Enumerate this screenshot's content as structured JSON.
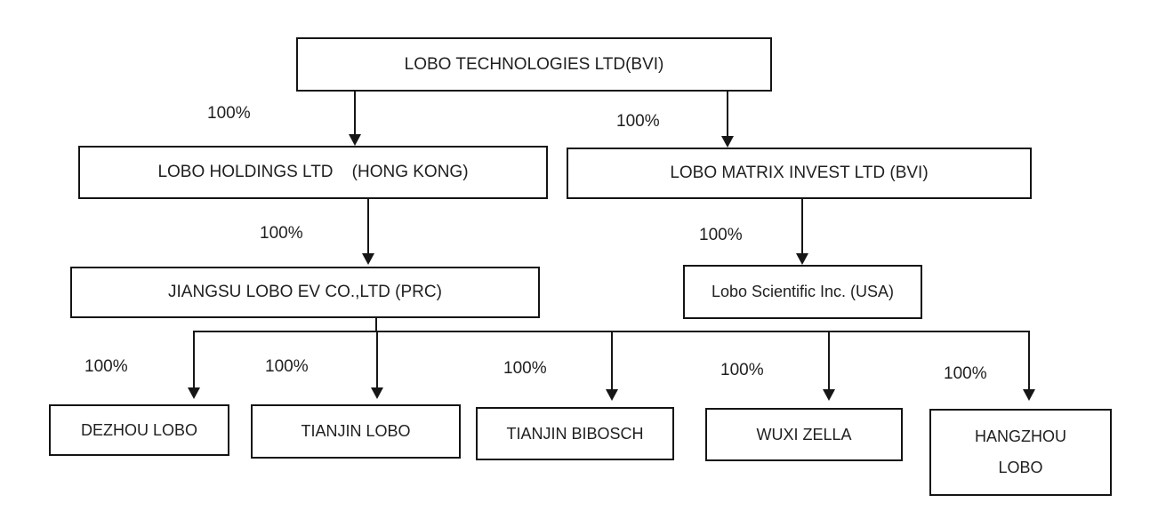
{
  "diagram": {
    "type": "corporate-ownership-structure",
    "nodes": [
      {
        "name": "lobo-technologies",
        "label": "LOBO TECHNOLOGIES LTD(BVI)"
      },
      {
        "name": "lobo-holdings",
        "label": "LOBO HOLDINGS LTD    (HONG KONG)"
      },
      {
        "name": "lobo-matrix-invest",
        "label": "LOBO MATRIX INVEST LTD (BVI)"
      },
      {
        "name": "jiangsu-lobo-ev",
        "label": "JIANGSU LOBO EV CO.,LTD (PRC)"
      },
      {
        "name": "lobo-scientific",
        "label": "Lobo Scientific Inc. (USA)"
      },
      {
        "name": "dezhou-lobo",
        "label": "DEZHOU LOBO"
      },
      {
        "name": "tianjin-lobo",
        "label": "TIANJIN LOBO"
      },
      {
        "name": "tianjin-bibosch",
        "label": "TIANJIN BIBOSCH"
      },
      {
        "name": "wuxi-zella",
        "label": "WUXI ZELLA"
      },
      {
        "name": "hangzhou-lobo",
        "label": "HANGZHOU LOBO"
      }
    ],
    "edges": [
      {
        "from": "lobo-technologies",
        "to": "lobo-holdings",
        "ownership": "100%"
      },
      {
        "from": "lobo-technologies",
        "to": "lobo-matrix-invest",
        "ownership": "100%"
      },
      {
        "from": "lobo-holdings",
        "to": "jiangsu-lobo-ev",
        "ownership": "100%"
      },
      {
        "from": "lobo-matrix-invest",
        "to": "lobo-scientific",
        "ownership": "100%"
      },
      {
        "from": "jiangsu-lobo-ev",
        "to": "dezhou-lobo",
        "ownership": "100%"
      },
      {
        "from": "jiangsu-lobo-ev",
        "to": "tianjin-lobo",
        "ownership": "100%"
      },
      {
        "from": "jiangsu-lobo-ev",
        "to": "tianjin-bibosch",
        "ownership": "100%"
      },
      {
        "from": "jiangsu-lobo-ev",
        "to": "wuxi-zella",
        "ownership": "100%"
      },
      {
        "from": "jiangsu-lobo-ev",
        "to": "hangzhou-lobo",
        "ownership": "100%"
      }
    ],
    "colors": {
      "line": "#161616",
      "text": "#1f1f1f",
      "background": "#ffffff"
    }
  }
}
